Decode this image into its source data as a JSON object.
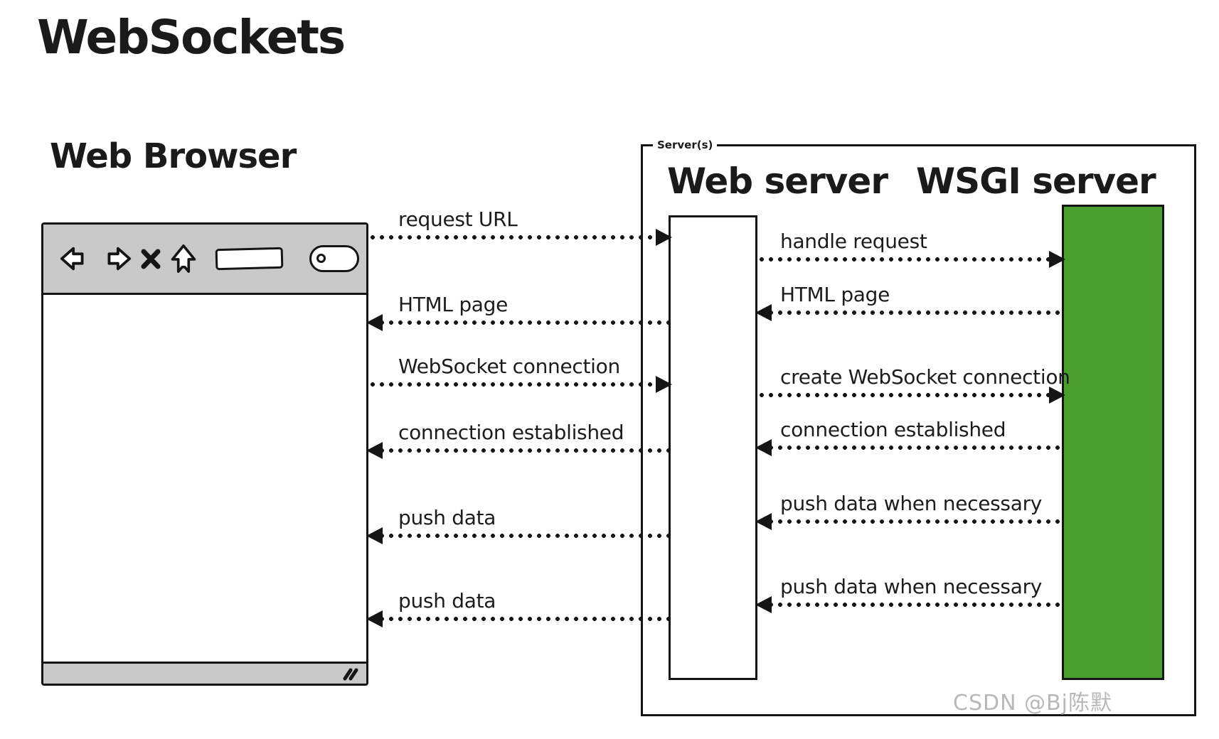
{
  "title": "WebSockets",
  "browser": {
    "label": "Web Browser",
    "toolbar_icons": [
      "back-icon",
      "forward-icon",
      "close-icon",
      "home-icon",
      "address-bar",
      "search-bar"
    ]
  },
  "server_group": {
    "label": "Server(s)",
    "web_server_title": "Web server",
    "wsgi_server_title": "WSGI server"
  },
  "messages": {
    "browser_to_webserver": [
      {
        "label": "request URL",
        "direction": "right"
      },
      {
        "label": "HTML page",
        "direction": "left"
      },
      {
        "label": "WebSocket connection",
        "direction": "right"
      },
      {
        "label": "connection established",
        "direction": "left"
      },
      {
        "label": "push data",
        "direction": "left"
      },
      {
        "label": "push data",
        "direction": "left"
      }
    ],
    "webserver_to_wsgi": [
      {
        "label": "handle request",
        "direction": "right"
      },
      {
        "label": "HTML page",
        "direction": "left"
      },
      {
        "label": "create WebSocket connection",
        "direction": "right"
      },
      {
        "label": "connection established",
        "direction": "left"
      },
      {
        "label": "push data when necessary",
        "direction": "left"
      },
      {
        "label": "push data when necessary",
        "direction": "left"
      }
    ]
  },
  "watermark": "CSDN @Bj陈默",
  "colors": {
    "toolbar_gray": "#c9c9c9",
    "wsgi_green": "#4a9e2e",
    "ink": "#151515",
    "watermark_gray": "#b8b8b8"
  }
}
